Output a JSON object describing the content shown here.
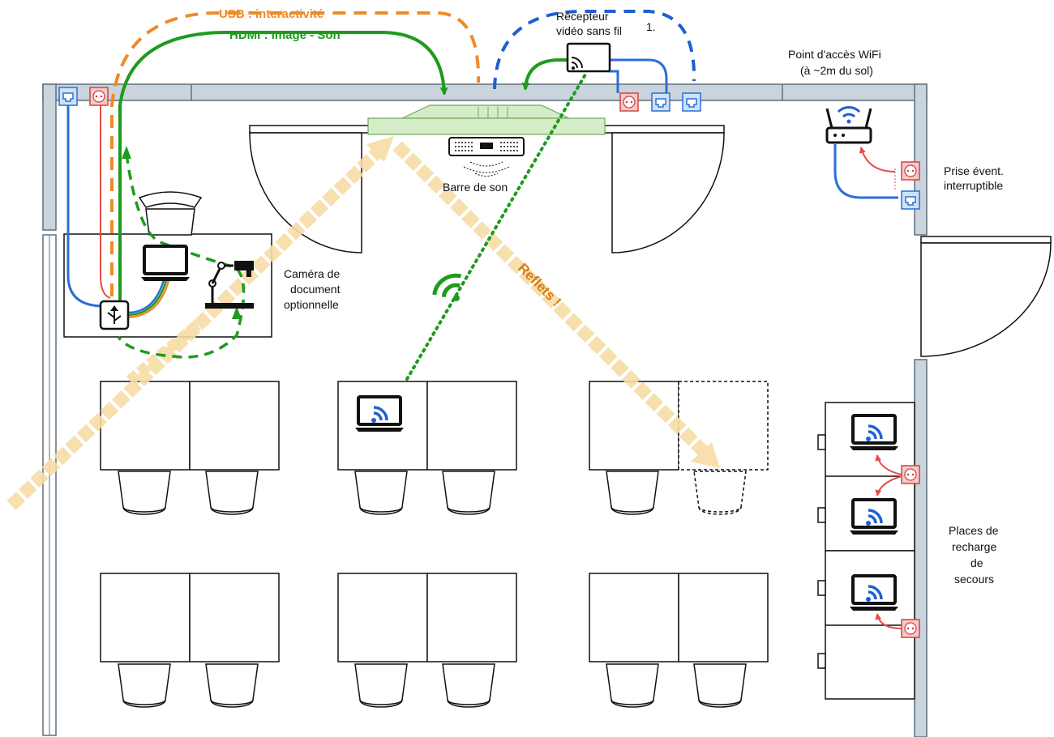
{
  "labels": {
    "usb": "USB : interactivité",
    "hdmi": "HDMI : Image - Son",
    "receiver_line1": "Récepteur",
    "receiver_line2": "vidéo sans fil",
    "step": "1.",
    "wifi_ap_line1": "Point d'accès WiFi",
    "wifi_ap_line2": "(à ~2m du sol)",
    "outlet_line1": "Prise évent.",
    "outlet_line2": "interruptible",
    "soundbar": "Barre de son",
    "doc_cam_line1": "Caméra de",
    "doc_cam_line2": "document",
    "doc_cam_line3": "optionnelle",
    "reflections": "Reflets !",
    "charging_line1": "Places de",
    "charging_line2": "recharge",
    "charging_line3": "de",
    "charging_line4": "secours"
  },
  "colors": {
    "usb": "#f08a24",
    "hdmi": "#1e9b1e",
    "wifi": "#1f5fd1",
    "network_cable": "#2a6fd6",
    "power_cable": "#e84a4a",
    "reflection": "#f7dca6",
    "reflection_text": "#d77a10",
    "wall": "#c9d4dd",
    "socket_red": "#f6c9c9",
    "socket_blue": "#cfe2f5",
    "screen_green": "#d5ecc8"
  },
  "icons": [
    "ethernet-socket-icon",
    "power-socket-icon",
    "laptop-icon",
    "usb-hub-icon",
    "document-camera-icon",
    "wireless-receiver-icon",
    "soundbar-icon",
    "wifi-router-icon",
    "wifi-signal-icon",
    "chair-icon"
  ]
}
